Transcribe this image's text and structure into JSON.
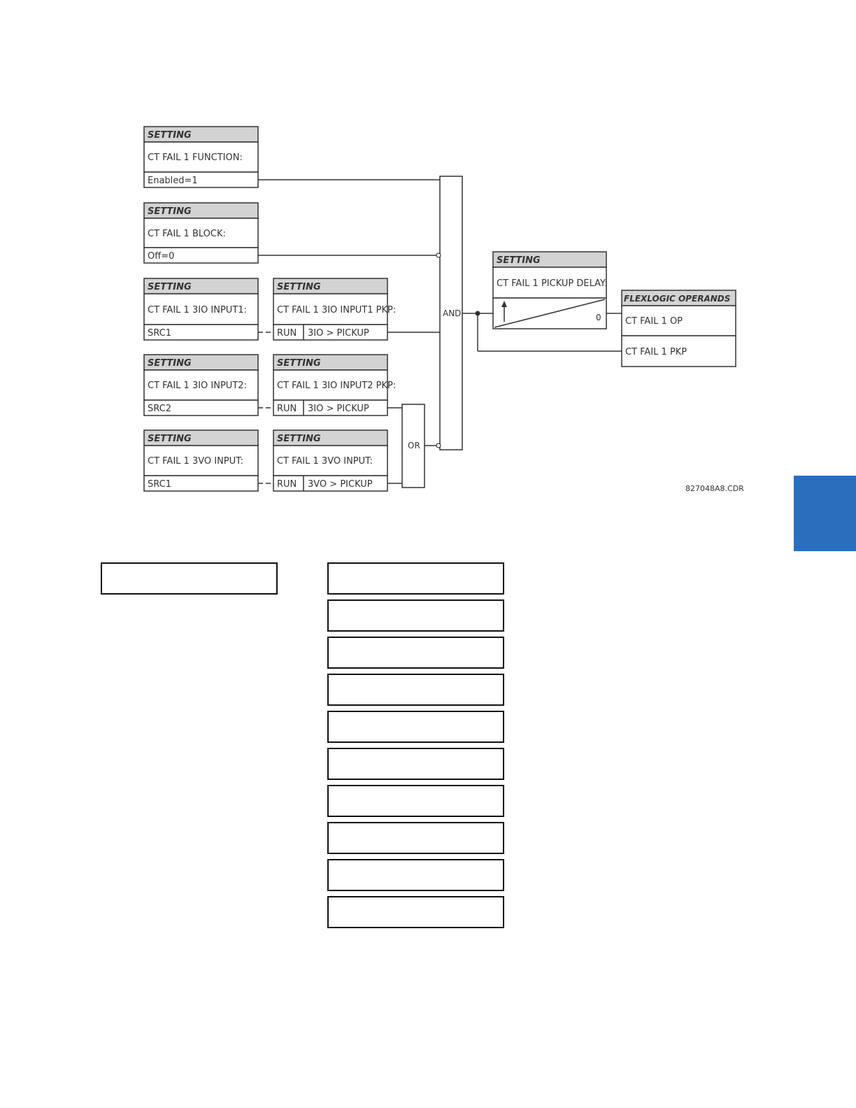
{
  "diagram": {
    "settings": [
      {
        "header": "SETTING",
        "label": "CT FAIL 1 FUNCTION:",
        "value": "Enabled=1"
      },
      {
        "header": "SETTING",
        "label": "CT FAIL 1 BLOCK:",
        "value": "Off=0"
      },
      {
        "header": "SETTING",
        "label": "CT FAIL 1 3IO INPUT1:",
        "value": "SRC1"
      },
      {
        "header": "SETTING",
        "label": "CT FAIL 1 3IO INPUT2:",
        "value": "SRC2"
      },
      {
        "header": "SETTING",
        "label": "CT FAIL 1 3VO INPUT:",
        "value": "SRC1"
      }
    ],
    "pickups": [
      {
        "header": "SETTING",
        "label": "CT FAIL 1 3IO INPUT1 PKP:",
        "run": "RUN",
        "condition": "3IO > PICKUP"
      },
      {
        "header": "SETTING",
        "label": "CT FAIL 1 3IO INPUT2 PKP:",
        "run": "RUN",
        "condition": "3IO > PICKUP"
      },
      {
        "header": "SETTING",
        "label": "CT FAIL 1 3VO INPUT:",
        "run": "RUN",
        "condition": "3VO > PICKUP"
      }
    ],
    "and_gate": "AND",
    "or_gate": "OR",
    "delay": {
      "header": "SETTING",
      "label": "CT FAIL 1 PICKUP DELAY:",
      "output": "0"
    },
    "operands": {
      "header": "FLEXLOGIC OPERANDS",
      "items": [
        "CT FAIL 1 OP",
        "CT FAIL 1 PKP"
      ]
    },
    "figure_id": "827048A8.CDR"
  },
  "colors": {
    "header_fill": "#d3d3d3",
    "line": "#333333",
    "accent_tab": "#2a6fbd"
  }
}
